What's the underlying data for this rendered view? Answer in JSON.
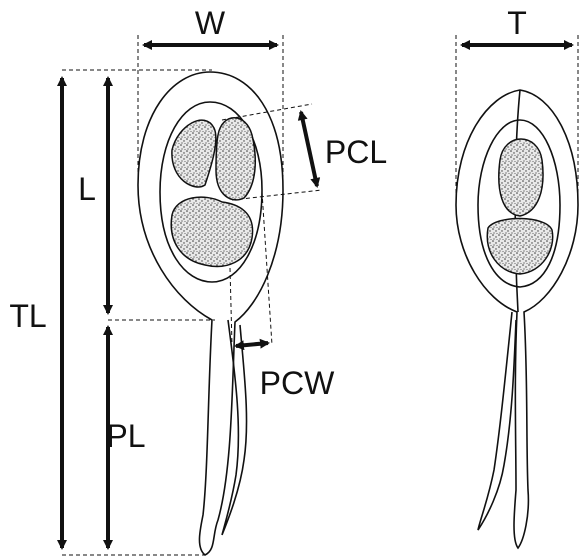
{
  "labels": {
    "W": "W",
    "T": "T",
    "TL": "TL",
    "L": "L",
    "PL": "PL",
    "PCL": "PCL",
    "PCW": "PCW"
  },
  "colors": {
    "ink": "#111111",
    "stipple": "#3a3a3a",
    "background": "#ffffff"
  }
}
